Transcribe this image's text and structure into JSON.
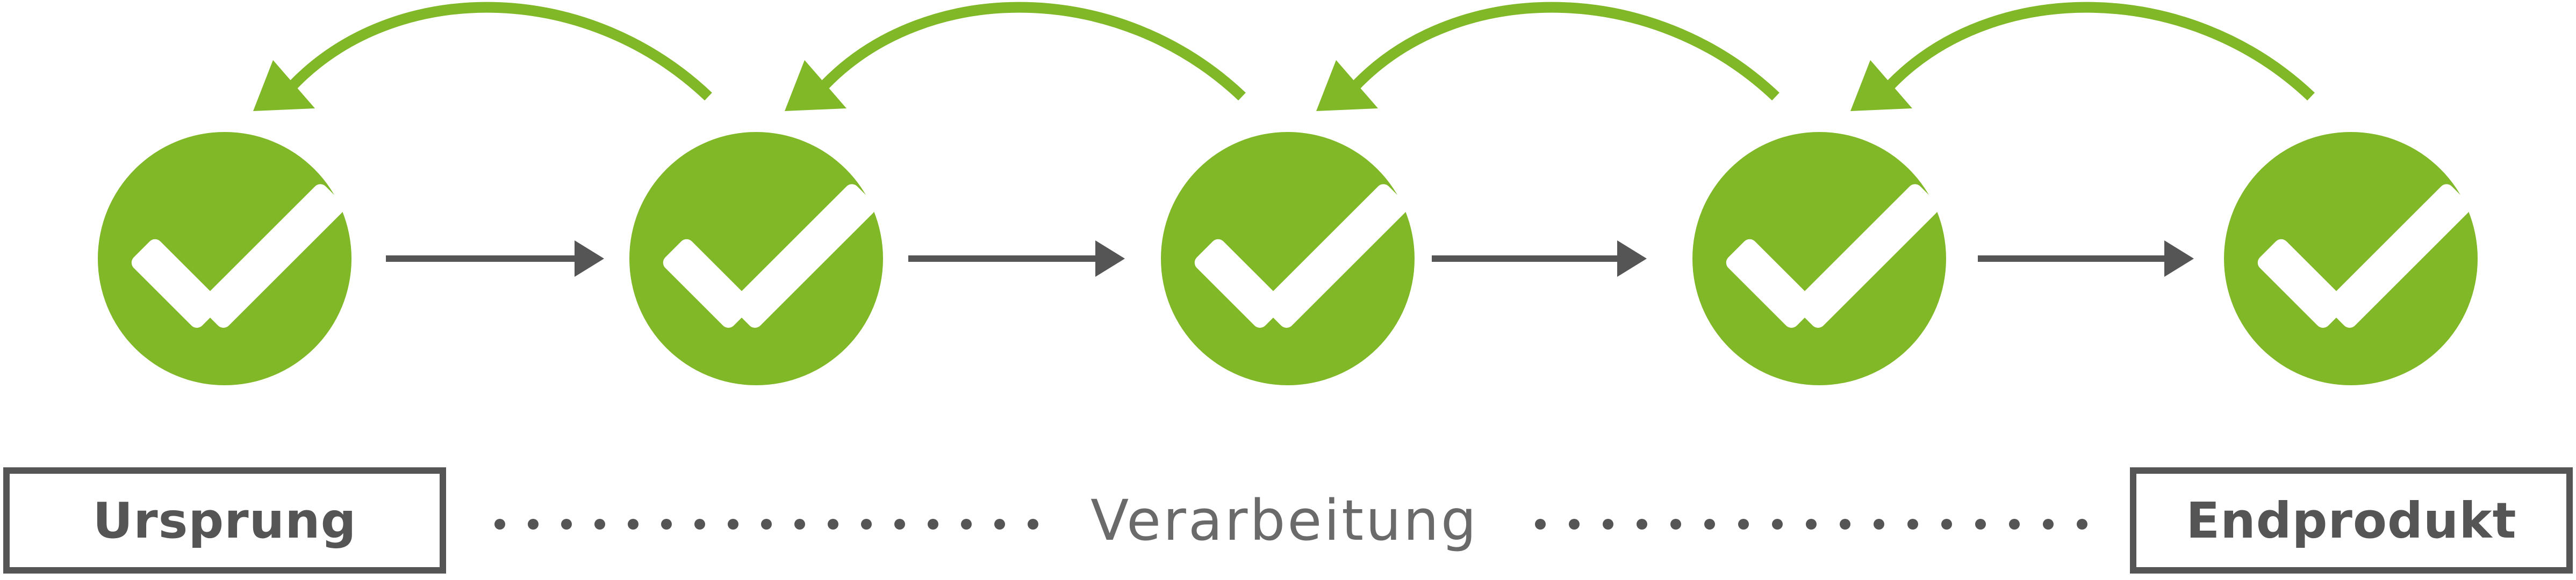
{
  "colors": {
    "accent": "#80b828",
    "arrow": "#555555",
    "text": "#555555"
  },
  "steps": [
    {
      "icon": "check-icon"
    },
    {
      "icon": "check-icon"
    },
    {
      "icon": "check-icon"
    },
    {
      "icon": "check-icon"
    },
    {
      "icon": "check-icon"
    }
  ],
  "labels": {
    "start": "Ursprung",
    "middle": "Verarbeitung",
    "end": "Endprodukt"
  }
}
